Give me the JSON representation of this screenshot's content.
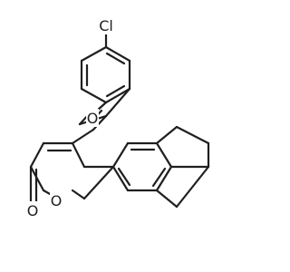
{
  "molecule": {
    "atom_labels": {
      "chlorine": "Cl",
      "furan_oxygen": "O",
      "ring_oxygen": "O",
      "carbonyl_oxygen": "O"
    },
    "colors": {
      "bond": "#1f1f1f",
      "text": "#1f1f1f",
      "background": "#ffffff"
    }
  }
}
